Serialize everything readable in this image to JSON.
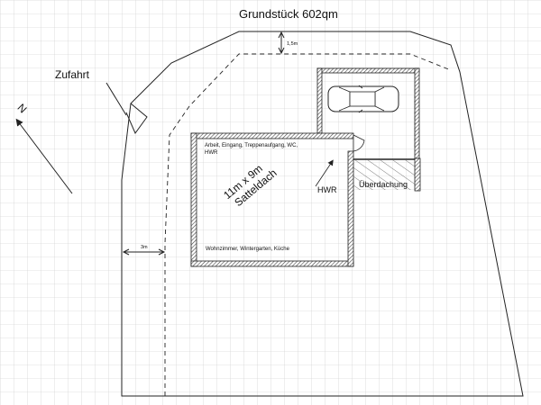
{
  "plot": {
    "title": "Grundstück 602qm"
  },
  "labels": {
    "access": "Zufahrt",
    "north": "N",
    "dim_top": "1,5m",
    "dim_left": "3m",
    "house_size": "11m x 9m",
    "roof_type": "Satteldach",
    "rooms_top_line1": "Arbeit, Eingang, Treppenaufgang, WC,",
    "rooms_top_line2": "HWR",
    "rooms_bottom": "Wohnzimmer, Wintergarten, Küche",
    "hwr": "HWR",
    "canopy": "Überdachung"
  },
  "colors": {
    "grid": "#d6d6d6",
    "lines": "#222222",
    "wall_hatch": "#555555"
  }
}
